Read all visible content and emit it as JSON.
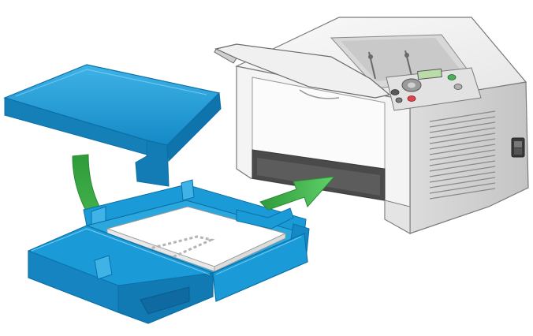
{
  "illustration": {
    "subject": "printer-paper-tray-insertion",
    "colors": {
      "background": "#ffffff",
      "tray_blue": "#1a9bd7",
      "tray_blue_dark": "#0b6fa7",
      "tray_blue_light": "#5cc1ee",
      "arrow_green": "#44b849",
      "arrow_green_dark": "#2f9a3a",
      "printer_body": "#f4f4f4",
      "printer_shadow": "#c9c9c9",
      "printer_outline": "#6a6a6a",
      "paper": "#ffffff",
      "display_lcd": "#b9dca8",
      "button_red": "#e0444b",
      "button_green": "#4cb05a"
    },
    "icons": [
      "tray-cover",
      "paper-tray",
      "printer",
      "curved-arrow",
      "straight-arrow",
      "power-switch",
      "operator-panel"
    ]
  }
}
